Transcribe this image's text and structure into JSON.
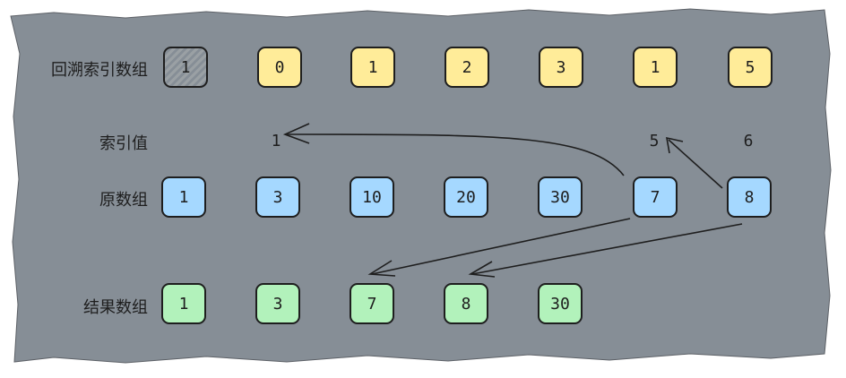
{
  "labels": {
    "backtrack": "回溯索引数组",
    "index_value": "索引值",
    "original": "原数组",
    "result": "结果数组"
  },
  "backtrack_values": [
    "1",
    "0",
    "1",
    "2",
    "3",
    "1",
    "5"
  ],
  "index_values": [
    "1",
    "5",
    "6"
  ],
  "original_values": [
    "1",
    "3",
    "10",
    "20",
    "30",
    "7",
    "8"
  ],
  "result_values": [
    "1",
    "3",
    "7",
    "8",
    "30"
  ],
  "colors": {
    "panel": "#868e96",
    "stroke": "#1e1e1e",
    "yellow": "#ffec99",
    "blue": "#a5d8ff",
    "green": "#b2f2bb"
  }
}
